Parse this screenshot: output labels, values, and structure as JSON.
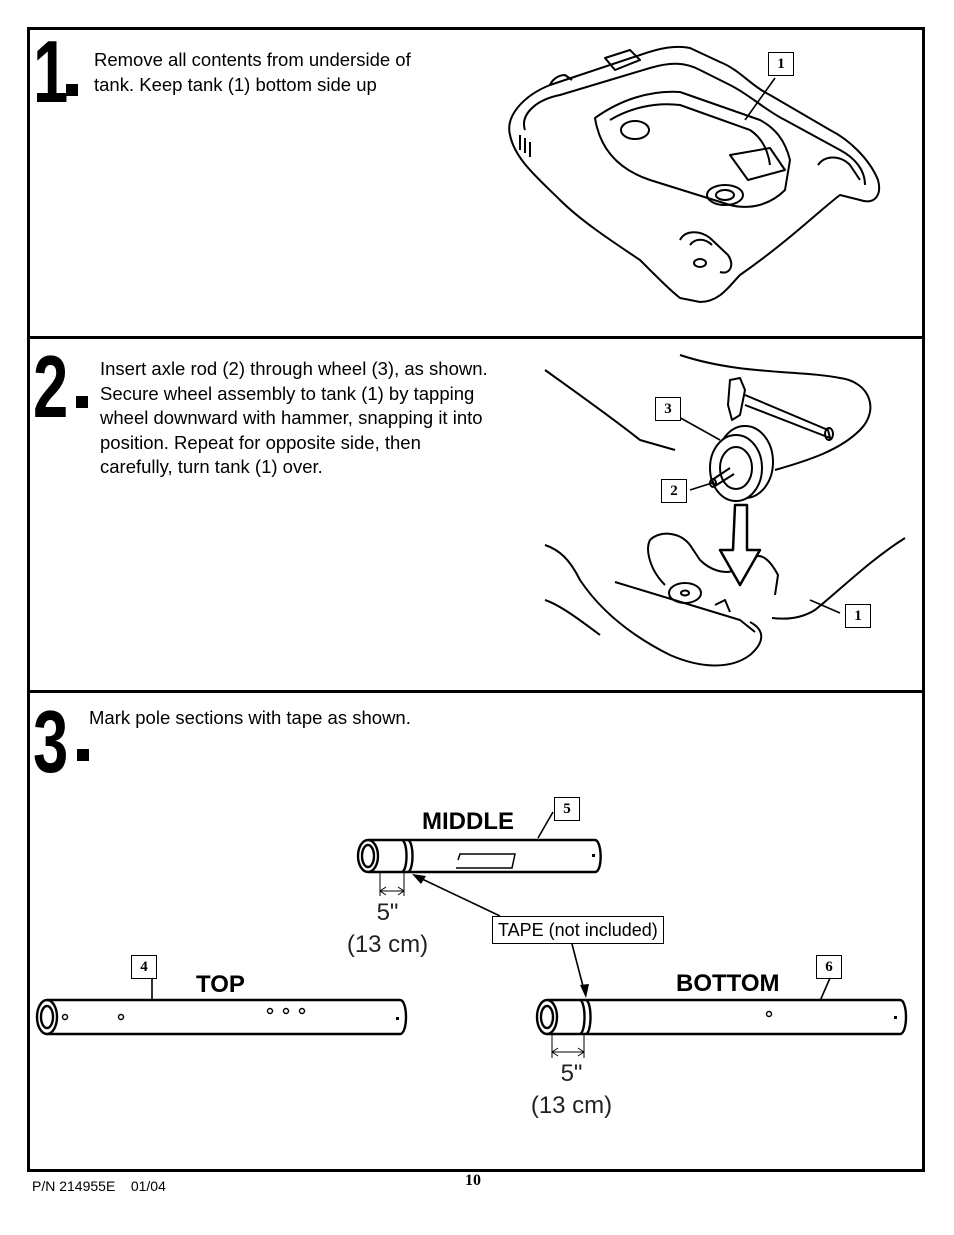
{
  "steps": [
    {
      "number": "1",
      "text": "Remove all contents from underside of\ntank.  Keep tank (1) bottom side up",
      "callouts": [
        "1"
      ]
    },
    {
      "number": "2",
      "text": "Insert axle rod (2) through wheel (3), as shown.\nSecure wheel assembly to tank (1) by tapping\nwheel downward with hammer, snapping it into\nposition.  Repeat for opposite side, then\ncarefully, turn tank (1) over.",
      "callouts": [
        "3",
        "2",
        "1"
      ]
    },
    {
      "number": "3",
      "text": "Mark pole sections with tape as shown.",
      "callouts": [
        "5",
        "4",
        "6"
      ]
    }
  ],
  "poles": {
    "middle_label": "MIDDLE",
    "top_label": "TOP",
    "bottom_label": "BOTTOM",
    "tape_label": "TAPE (not included)",
    "measure_in": "5\"",
    "measure_cm": "(13 cm)"
  },
  "footer": {
    "part_number": "P/N 214955E    01/04",
    "page_number": "10"
  }
}
